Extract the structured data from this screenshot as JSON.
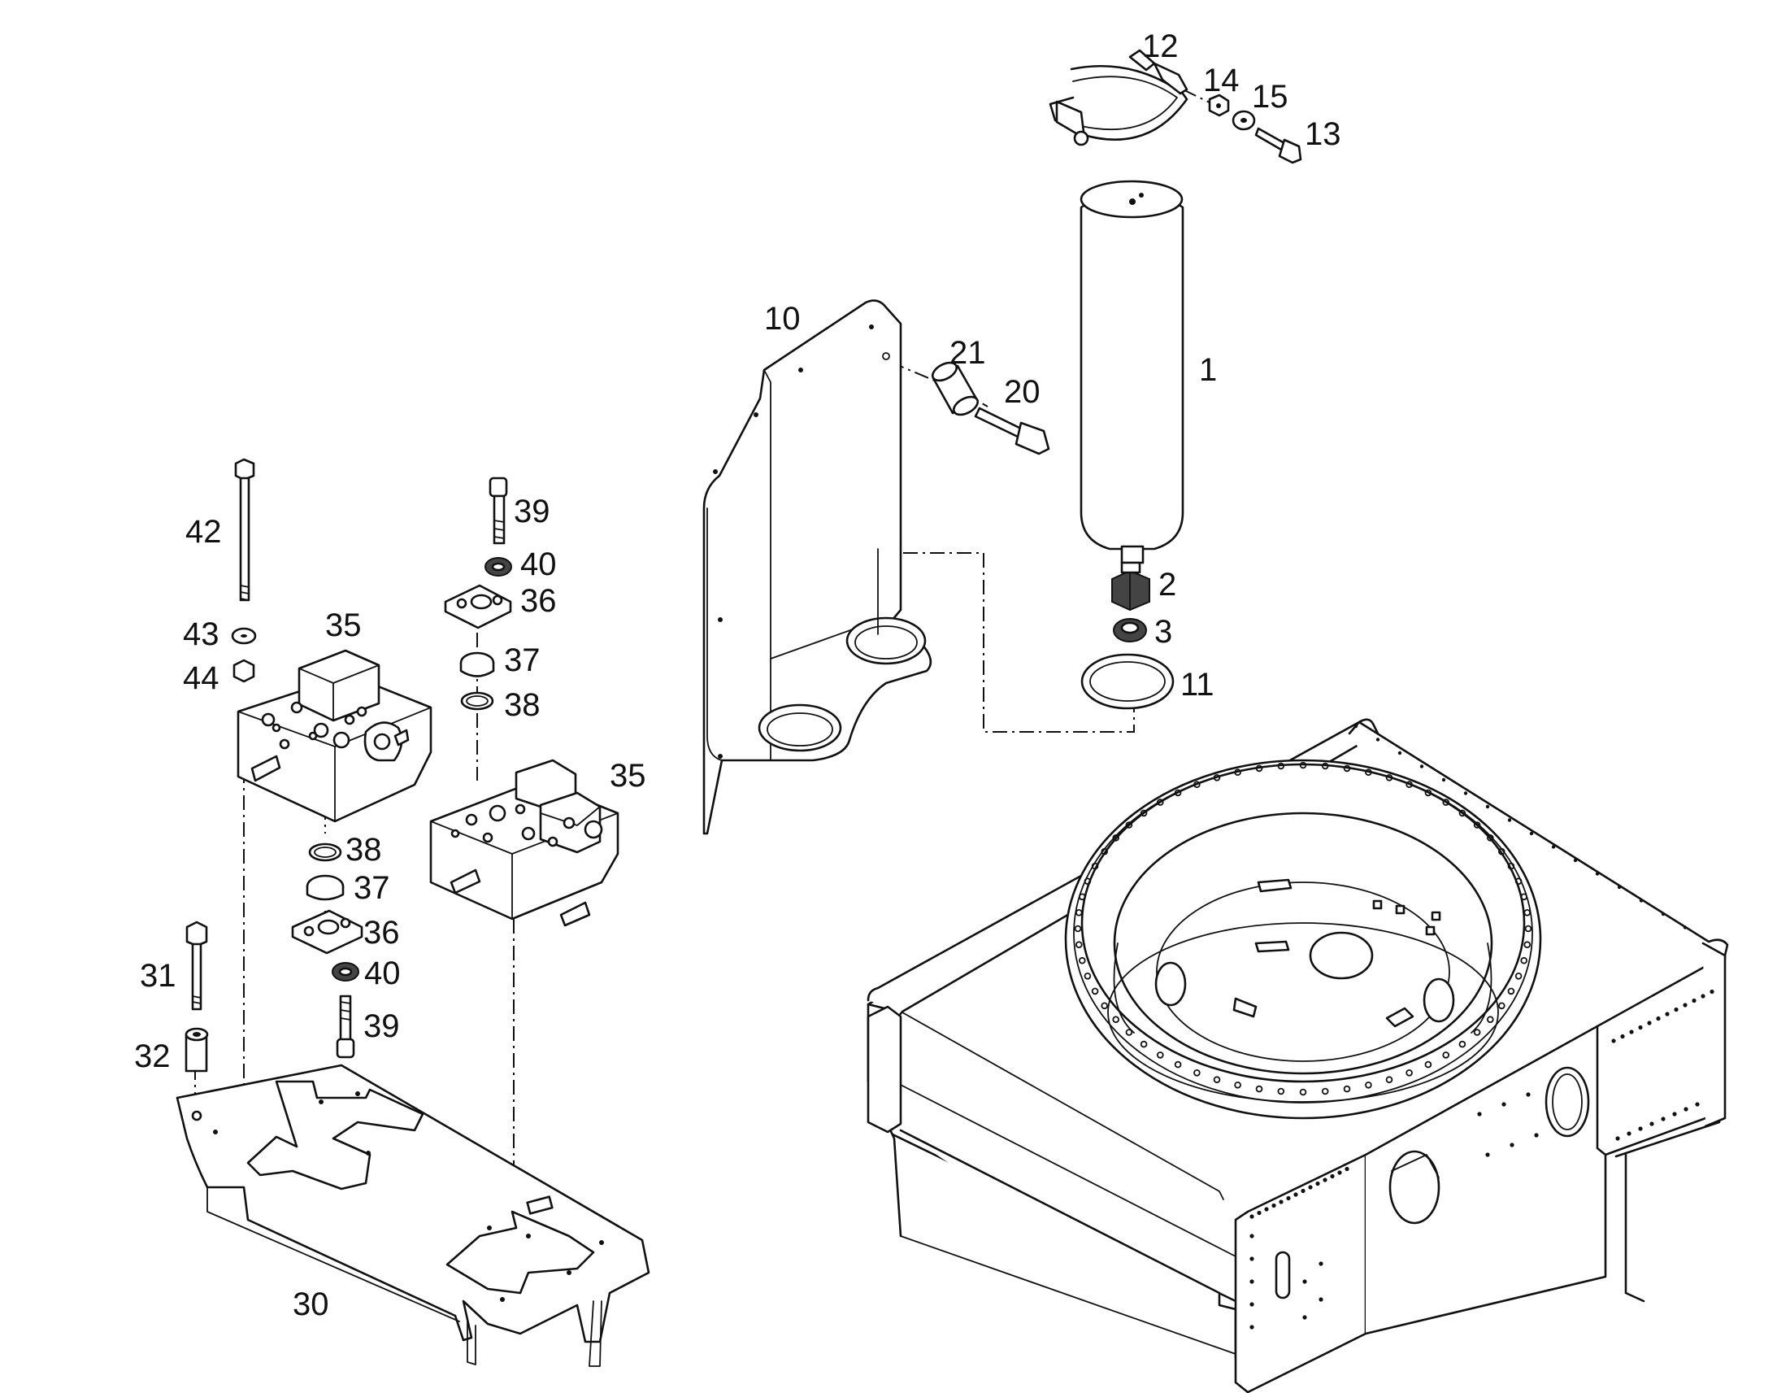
{
  "callouts": {
    "c1": "1",
    "c2": "2",
    "c3": "3",
    "c10": "10",
    "c11": "11",
    "c12": "12",
    "c13": "13",
    "c14": "14",
    "c15": "15",
    "c20": "20",
    "c21": "21",
    "c30": "30",
    "c31": "31",
    "c32": "32",
    "c35a": "35",
    "c35b": "35",
    "c36a": "36",
    "c36b": "36",
    "c37a": "37",
    "c37b": "37",
    "c38a": "38",
    "c38b": "38",
    "c39a": "39",
    "c39b": "39",
    "c40a": "40",
    "c40b": "40",
    "c42": "42",
    "c43": "43",
    "c44": "44"
  },
  "colors": {
    "line": "#111111",
    "background": "#ffffff"
  }
}
